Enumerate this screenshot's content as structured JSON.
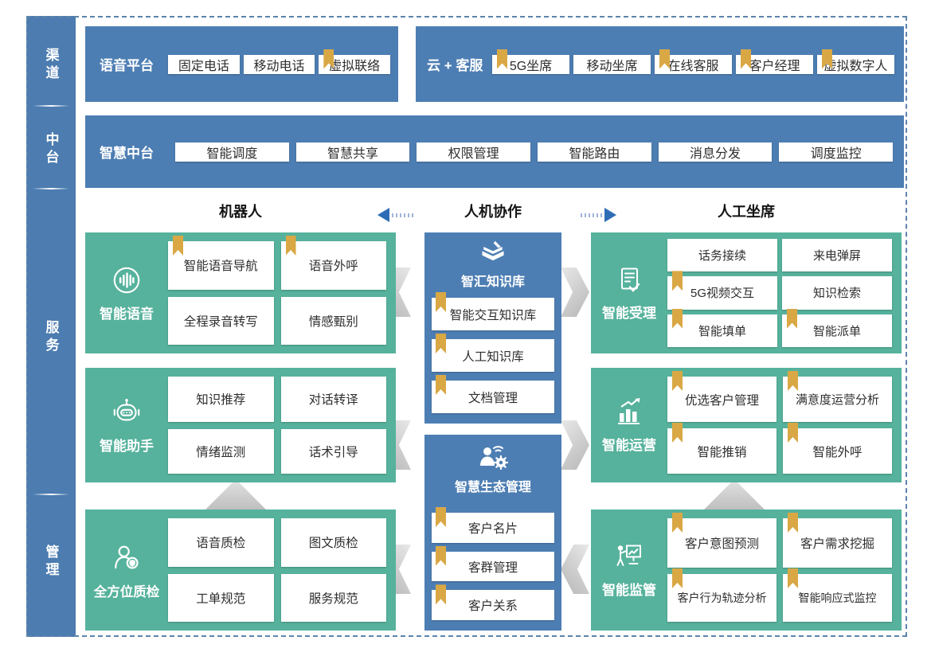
{
  "colors": {
    "panel_blue": "#4d7eb3",
    "block_teal": "#56b29c",
    "bookmark_gold": "#d9a845",
    "arrow_blue": "#2e6db6",
    "chevron_silver": "#c9c9c9",
    "dashed_border_blue": "#5d84ab"
  },
  "sidebar": {
    "items": [
      {
        "label": "渠道"
      },
      {
        "label": "中台"
      },
      {
        "label": "服务"
      },
      {
        "label": "管理"
      }
    ]
  },
  "channel_row": {
    "voice_platform": {
      "label": "语音平台",
      "cards": [
        {
          "label": "固定电话",
          "bookmark": false
        },
        {
          "label": "移动电话",
          "bookmark": false
        },
        {
          "label": "虚拟联络",
          "bookmark": true
        }
      ]
    },
    "cloud_service": {
      "label": "云 + 客服",
      "cards": [
        {
          "label": "5G坐席",
          "bookmark": true
        },
        {
          "label": "移动坐席",
          "bookmark": false
        },
        {
          "label": "在线客服",
          "bookmark": true
        },
        {
          "label": "客户经理",
          "bookmark": true
        },
        {
          "label": "虚拟数字人",
          "bookmark": true
        }
      ]
    }
  },
  "platform_row": {
    "label": "智慧中台",
    "cards": [
      {
        "label": "智能调度"
      },
      {
        "label": "智慧共享"
      },
      {
        "label": "权限管理"
      },
      {
        "label": "智能路由"
      },
      {
        "label": "消息分发"
      },
      {
        "label": "调度监控"
      }
    ]
  },
  "collab_header": {
    "left": "机器人",
    "center": "人机协作",
    "right": "人工坐席"
  },
  "robot_column": {
    "blocks": [
      {
        "title": "智能语音",
        "icon": "voice-icon",
        "cards": [
          {
            "label": "智能语音导航",
            "bookmark": true
          },
          {
            "label": "语音外呼",
            "bookmark": true
          },
          {
            "label": "全程录音转写",
            "bookmark": false
          },
          {
            "label": "情感甄别",
            "bookmark": false
          }
        ]
      },
      {
        "title": "智能助手",
        "icon": "robot-icon",
        "cards": [
          {
            "label": "知识推荐",
            "bookmark": false
          },
          {
            "label": "对话转译",
            "bookmark": false
          },
          {
            "label": "情绪监测",
            "bookmark": false
          },
          {
            "label": "话术引导",
            "bookmark": false
          }
        ]
      },
      {
        "title": "全方位质检",
        "icon": "person-badge-icon",
        "cards": [
          {
            "label": "语音质检",
            "bookmark": false
          },
          {
            "label": "图文质检",
            "bookmark": false
          },
          {
            "label": "工单规范",
            "bookmark": false
          },
          {
            "label": "服务规范",
            "bookmark": false
          }
        ]
      }
    ]
  },
  "knowledge_column": {
    "blocks": [
      {
        "title": "智汇知识库",
        "icon": "book-pencil-icon",
        "cards": [
          {
            "label": "智能交互知识库",
            "bookmark": true
          },
          {
            "label": "人工知识库",
            "bookmark": true
          },
          {
            "label": "文档管理",
            "bookmark": true
          }
        ]
      },
      {
        "title": "智慧生态管理",
        "icon": "person-gear-icon",
        "cards": [
          {
            "label": "客户名片",
            "bookmark": true
          },
          {
            "label": "客群管理",
            "bookmark": true
          },
          {
            "label": "客户关系",
            "bookmark": true
          }
        ]
      }
    ]
  },
  "agent_column": {
    "blocks": [
      {
        "title": "智能受理",
        "icon": "document-check-icon",
        "cards": [
          {
            "label": "话务接续",
            "bookmark": false
          },
          {
            "label": "来电弹屏",
            "bookmark": false
          },
          {
            "label": "5G视频交互",
            "bookmark": true
          },
          {
            "label": "知识检索",
            "bookmark": false
          },
          {
            "label": "智能填单",
            "bookmark": true
          },
          {
            "label": "智能派单",
            "bookmark": true
          }
        ]
      },
      {
        "title": "智能运营",
        "icon": "chart-up-icon",
        "cards": [
          {
            "label": "优选客户管理",
            "bookmark": true
          },
          {
            "label": "满意度运营分析",
            "bookmark": true
          },
          {
            "label": "智能推销",
            "bookmark": true
          },
          {
            "label": "智能外呼",
            "bookmark": true
          }
        ]
      },
      {
        "title": "智能监管",
        "icon": "presenter-board-icon",
        "cards": [
          {
            "label": "客户意图预测",
            "bookmark": true
          },
          {
            "label": "客户需求挖掘",
            "bookmark": true
          },
          {
            "label": "客户行为轨迹分析",
            "bookmark": true
          },
          {
            "label": "智能响应式监控",
            "bookmark": true
          }
        ]
      }
    ]
  }
}
